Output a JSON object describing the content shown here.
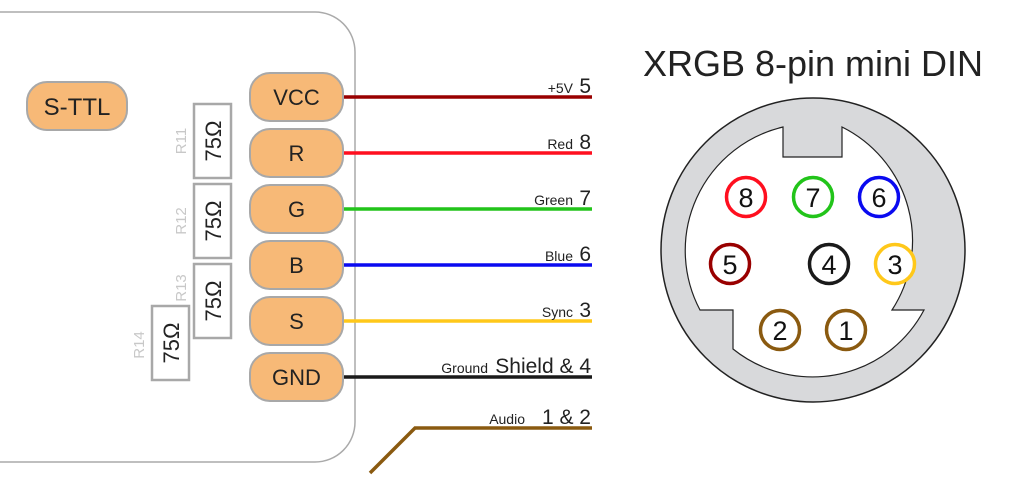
{
  "board": {
    "label": "S-TTL",
    "pads": [
      {
        "label": "VCC",
        "signal": "+5V",
        "pin": "5",
        "color": "#990000"
      },
      {
        "label": "R",
        "signal": "Red",
        "pin": "8",
        "color": "#ff0f1f"
      },
      {
        "label": "G",
        "signal": "Green",
        "pin": "7",
        "color": "#22c41a"
      },
      {
        "label": "B",
        "signal": "Blue",
        "pin": "6",
        "color": "#0a0af0"
      },
      {
        "label": "S",
        "signal": "Sync",
        "pin": "3",
        "color": "#ffc81a"
      },
      {
        "label": "GND",
        "signal": "Ground",
        "pin": "Shield & 4",
        "color": "#1a1a1a"
      }
    ],
    "audio": {
      "signal": "Audio",
      "pin": "1 & 2",
      "color": "#8a5a10"
    },
    "resistors": [
      {
        "ref": "R11",
        "value": "75Ω"
      },
      {
        "ref": "R12",
        "value": "75Ω"
      },
      {
        "ref": "R13",
        "value": "75Ω"
      },
      {
        "ref": "R14",
        "value": "75Ω"
      }
    ]
  },
  "connector": {
    "title": "XRGB 8-pin mini DIN",
    "pins": [
      {
        "label": "8",
        "color": "#ff0f1f"
      },
      {
        "label": "7",
        "color": "#22c41a"
      },
      {
        "label": "6",
        "color": "#0a0af0"
      },
      {
        "label": "5",
        "color": "#990000"
      },
      {
        "label": "4",
        "color": "#1a1a1a"
      },
      {
        "label": "3",
        "color": "#ffc81a"
      },
      {
        "label": "2",
        "color": "#8a5a10"
      },
      {
        "label": "1",
        "color": "#8a5a10"
      }
    ]
  },
  "colors": {
    "pad_fill": "#f7b977",
    "outline": "#a8a8a8",
    "connector_shell": "#d8d9db"
  }
}
